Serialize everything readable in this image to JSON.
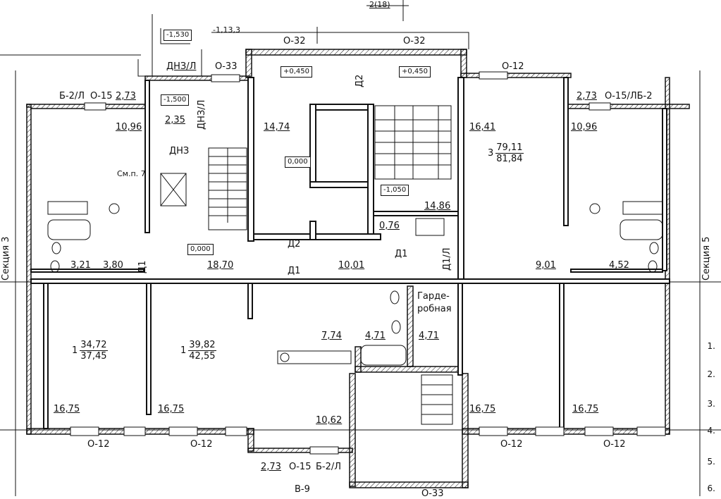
{
  "labels": {
    "axis_top": "2(18)",
    "lvl_m1530": "-1,530",
    "lvl_m1133": "-1,13,3",
    "lintel_o32_l": "О-32",
    "lintel_o32_r": "О-32",
    "dnz_l": "ДНЗ/Л",
    "o33": "О-33",
    "lvl_p450_l": "+0,450",
    "lvl_p450_r": "+0,450",
    "o12_top": "О-12",
    "b2l_left": "Б-2/Л",
    "o15_left": "О-15",
    "w273_left": "2,73",
    "lvl_m1500": "-1,500",
    "w273_right": "2,73",
    "o15_right": "О-15/ЛБ-2",
    "a1096_l": "10,96",
    "a235": "2,35",
    "dnzl_v": "ДНЗ/Л",
    "a1474": "14,74",
    "d2_v": "Д2",
    "a1641": "16,41",
    "a1096_r": "10,96",
    "dnz": "ДНЗ",
    "lvl_000_c": "0,000",
    "smp7": "См.п. 7",
    "lvl_m1050": "-1,050",
    "a1486": "14,86",
    "a076": "0,76",
    "lvl_000_l": "0,000",
    "d2": "Д2",
    "d1_a": "Д1",
    "d1_b": "Д1",
    "d1_c": "Д1",
    "d1l": "Д1/Л",
    "sec3": "Секция 3",
    "sec5": "Секция 5",
    "a321": "3,21",
    "a380": "3,80",
    "a1870": "18,70",
    "a1001": "10,01",
    "a901": "9,01",
    "a452": "4,52",
    "garde1": "Гарде-",
    "garde2": "робная",
    "a471_g": "4,71",
    "a774": "7,74",
    "a471": "4,71",
    "a1675_1": "16,75",
    "a1675_2": "16,75",
    "a1062": "10,62",
    "a1675_3": "16,75",
    "a1675_4": "16,75",
    "o12_b1": "О-12",
    "o12_b2": "О-12",
    "o12_b3": "О-12",
    "o12_b4": "О-12",
    "w273_bottom": "2,73",
    "o15_bottom": "О-15",
    "b2l_bottom": "Б-2/Л",
    "v9": "В-9",
    "o33_bottom": "О-33"
  },
  "apartments": [
    {
      "rooms": "1",
      "living": "34,72",
      "total": "37,45"
    },
    {
      "rooms": "1",
      "living": "39,82",
      "total": "42,55"
    },
    {
      "rooms": "3",
      "living": "79,11",
      "total": "81,84"
    }
  ],
  "ledger": [
    "1.",
    "2.",
    "3.",
    "4.",
    "5.",
    "6."
  ]
}
